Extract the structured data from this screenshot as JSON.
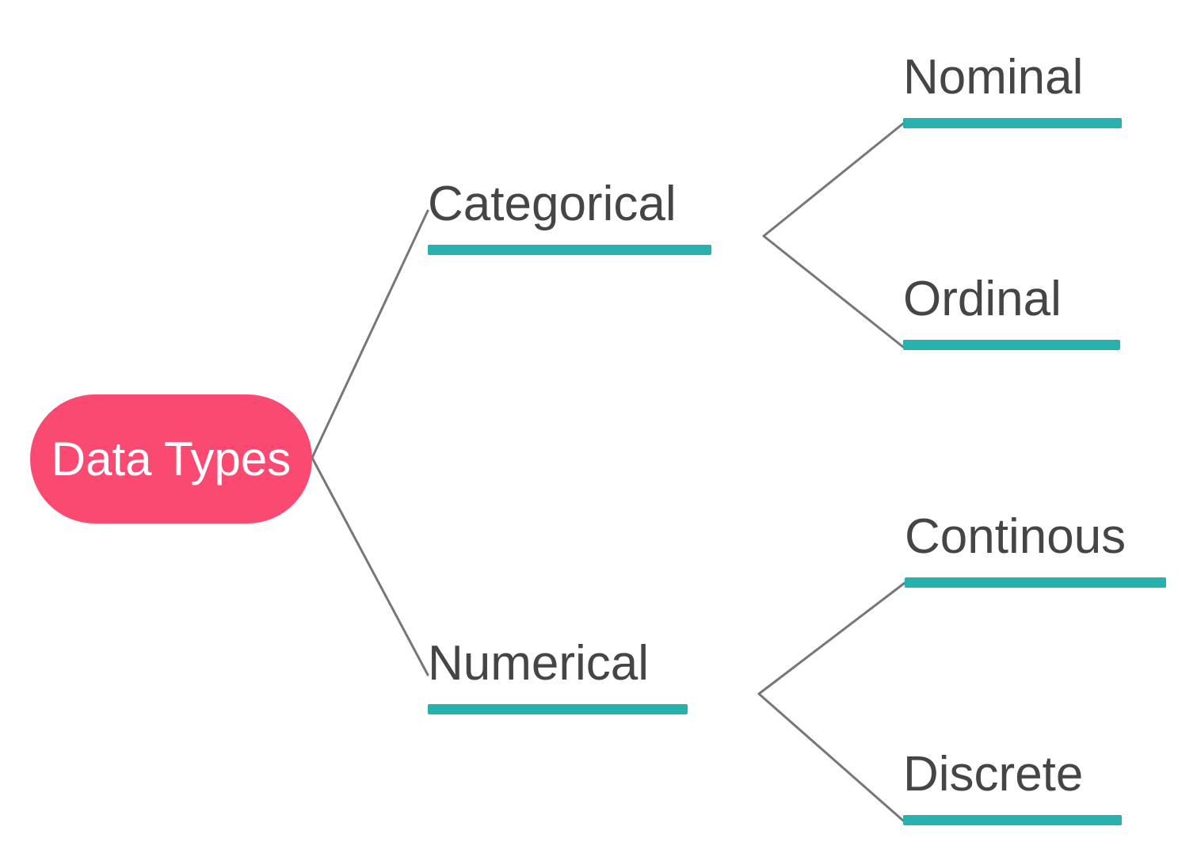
{
  "root": {
    "label": "Data Types",
    "color": "#fb4a72",
    "text_color": "#ffffff"
  },
  "underline_color": "#27b0ae",
  "connector_color": "#777777",
  "branches": [
    {
      "label": "Categorical",
      "children": [
        {
          "label": "Nominal"
        },
        {
          "label": "Ordinal"
        }
      ]
    },
    {
      "label": "Numerical",
      "children": [
        {
          "label": "Continous"
        },
        {
          "label": "Discrete"
        }
      ]
    }
  ]
}
